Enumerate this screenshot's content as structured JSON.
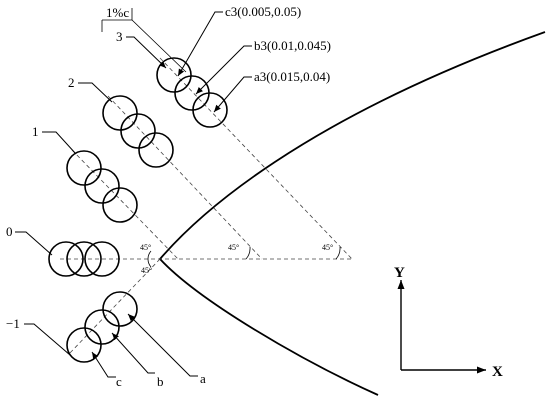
{
  "diagram": {
    "labels": {
      "c3": "c3(0.005,0.05)",
      "b3": "b3(0.01,0.045)",
      "a3": "a3(0.015,0.04)",
      "one_pct_c": "1%c",
      "row3": "3",
      "row2": "2",
      "row1": "1",
      "row0": "0",
      "row_neg1": "−1",
      "a": "a",
      "b": "b",
      "c": "c"
    },
    "angle_label": "45°",
    "axes": {
      "x": "X",
      "y": "Y"
    }
  }
}
